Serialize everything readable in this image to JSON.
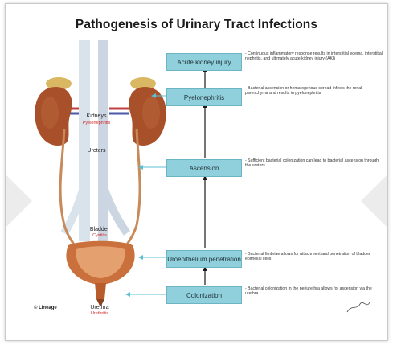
{
  "title": "Pathogenesis of Urinary Tract Infections",
  "steps": [
    {
      "label": "Acute kidney injury",
      "note": "- Continuous inflammatory response results in interstitial edema, interstitial nephritis, and ultimately acute kidney injury (AKI)"
    },
    {
      "label": "Pyelonephritis",
      "note": "- Bacterial ascension or hematogenous spread infects the renal parenchyma and results in pyelonephritis"
    },
    {
      "label": "Ascension",
      "note": "- Sufficient bacterial colonization can lead to bacterial ascension through the ureters"
    },
    {
      "label": "Uroepithelium penetration",
      "note": "- Bacterial fimbriae allows for attachment and penetration of bladder epithelial cells"
    },
    {
      "label": "Colonization",
      "note": "- Bacterial colonization in the periurethra allows for ascension via the urethra"
    }
  ],
  "anatomy": {
    "kidneys": "Kidneys",
    "kidneys_sub": "Pyelonephritis",
    "ureters": "Ureters",
    "bladder": "Bladder",
    "bladder_sub": "Cystitis",
    "urethra": "Urethra",
    "urethra_sub": "Urethritis"
  },
  "credit": "© Lineage",
  "colors": {
    "box": "#8fd0dc",
    "connector": "#5bbfd0",
    "arrow": "#1a1a1a",
    "kidney": "#a8502a",
    "bladder": "#c9703c",
    "sub_label": "#d22a2a"
  }
}
